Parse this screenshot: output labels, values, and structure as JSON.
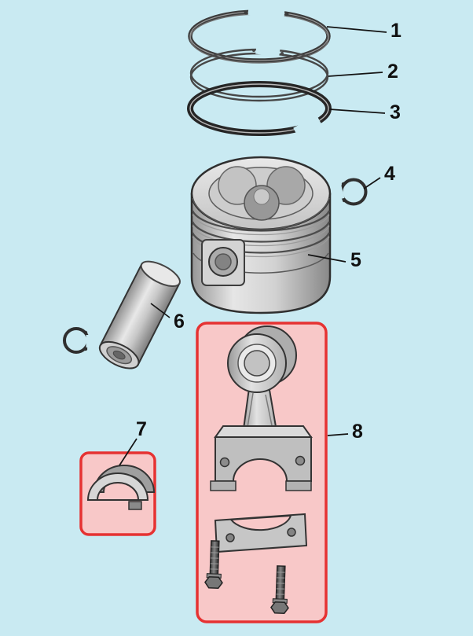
{
  "diagram": {
    "background_color": "#c9eaf2",
    "highlight_fill": "#f8c8c8",
    "highlight_stroke": "#e63232",
    "line_color": "#141414",
    "callouts": [
      {
        "label": "1"
      },
      {
        "label": "2"
      },
      {
        "label": "3"
      },
      {
        "label": "4"
      },
      {
        "label": "5"
      },
      {
        "label": "6"
      },
      {
        "label": "7"
      },
      {
        "label": "8"
      }
    ]
  }
}
